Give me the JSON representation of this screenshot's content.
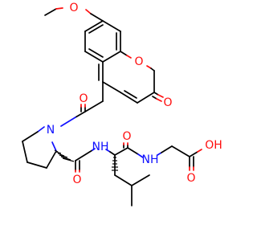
{
  "molecule": {
    "atoms": {
      "methoxy_o": "O",
      "lactone_o": "O",
      "lactone_carbonyl_o": "O",
      "acyl_carbonyl_o": "O",
      "proline_n": "N",
      "amide1_n": "NH",
      "amide1_o": "O",
      "leucine_carbonyl_o": "O",
      "amide2_n": "NH",
      "acid_oh": "OH",
      "acid_o": "O"
    },
    "colors": {
      "oxygen": "#ff0d0d",
      "nitrogen": "#1010ff",
      "carbon_bond": "#000000",
      "background": "#ffffff"
    }
  }
}
